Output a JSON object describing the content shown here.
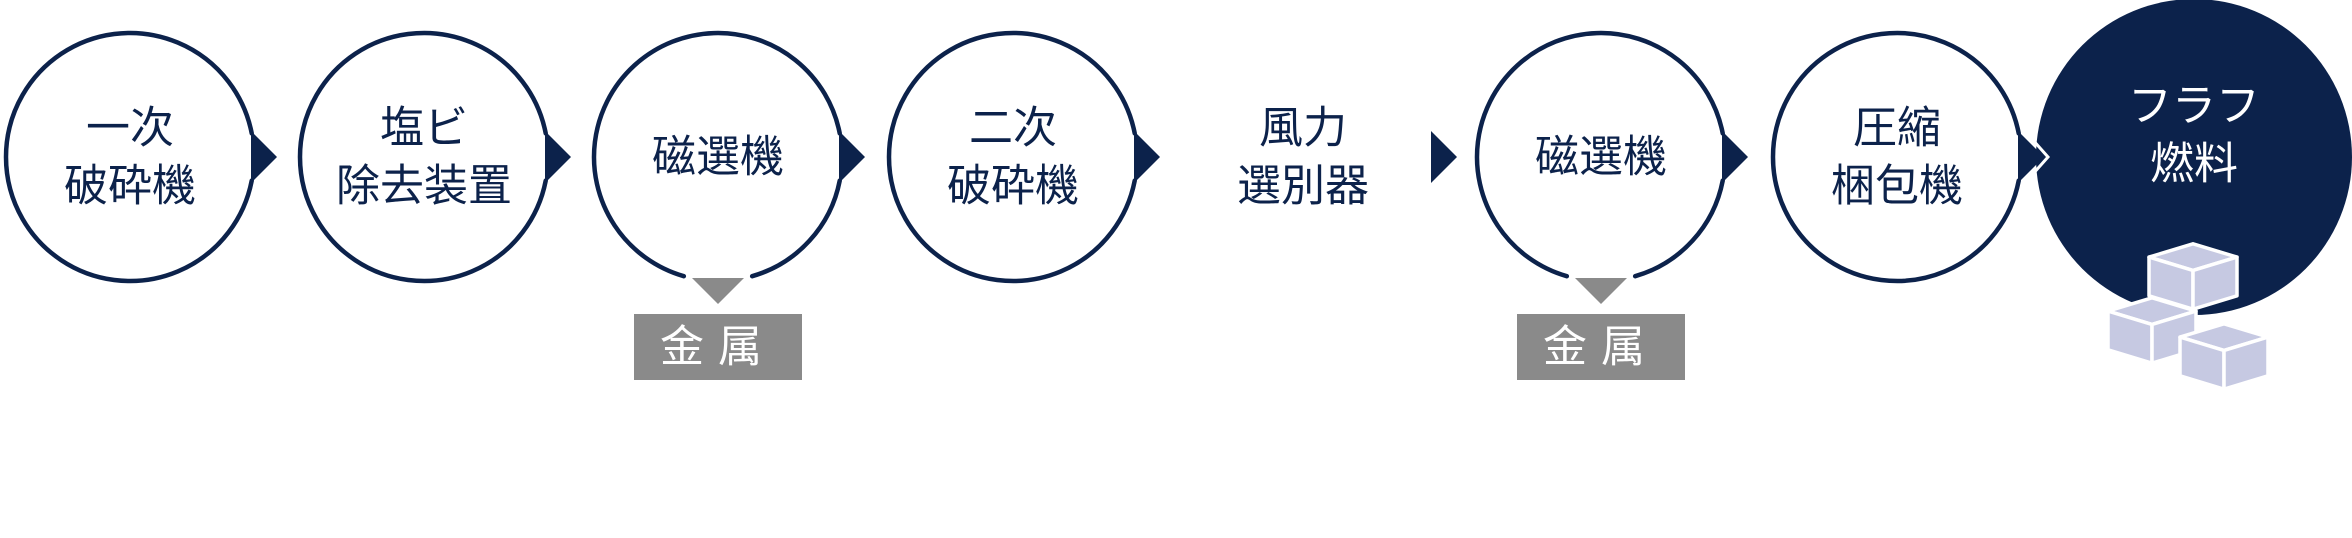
{
  "colors": {
    "navy": "#0c224b",
    "gray": "#8a8a8a",
    "white": "#ffffff",
    "cube_fill": "#c6c9e2",
    "cube_edge": "#ffffff"
  },
  "steps": [
    {
      "id": "primary-crusher",
      "lines": [
        "一次",
        "破砕機"
      ],
      "shape": "ring-with-arrow",
      "output_label": null
    },
    {
      "id": "pvc-removal",
      "lines": [
        "塩ビ",
        "除去装置"
      ],
      "shape": "ring-with-arrow",
      "output_label": null
    },
    {
      "id": "magnetic-separator-1",
      "lines": [
        "磁選機"
      ],
      "shape": "ring-with-arrow",
      "output_label": "金属"
    },
    {
      "id": "secondary-crusher",
      "lines": [
        "二次",
        "破砕機"
      ],
      "shape": "ring-with-arrow",
      "output_label": null
    },
    {
      "id": "wind-separator",
      "lines": [
        "風力",
        "選別器"
      ],
      "shape": "text-only",
      "output_label": null
    },
    {
      "id": "magnetic-separator-2",
      "lines": [
        "磁選機"
      ],
      "shape": "ring-with-arrow",
      "output_label": "金属"
    },
    {
      "id": "compression-baler",
      "lines": [
        "圧縮",
        "梱包機"
      ],
      "shape": "ring-with-arrow",
      "output_label": null
    },
    {
      "id": "fluff-fuel",
      "lines": [
        "フラフ",
        "燃料"
      ],
      "shape": "filled",
      "output_label": null
    }
  ],
  "product_icon": "stacked-cubes-icon"
}
